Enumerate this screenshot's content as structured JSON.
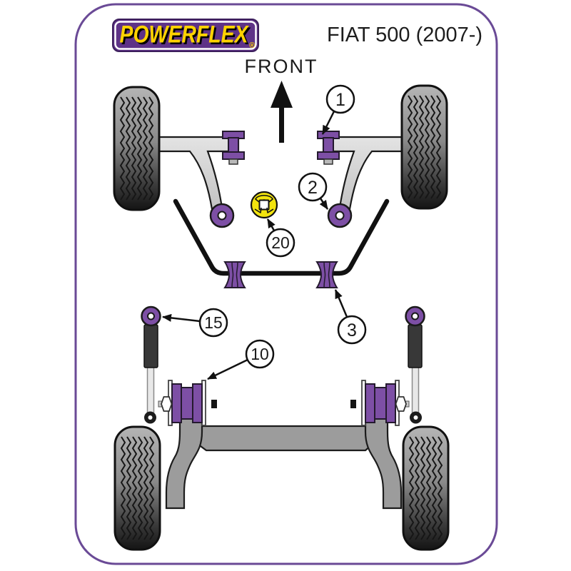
{
  "header": {
    "brand": "POWERFLEX",
    "registered": "®",
    "model": "FIAT 500 (2007-)"
  },
  "orientation": {
    "front_label": "FRONT"
  },
  "callouts": [
    {
      "number": "1"
    },
    {
      "number": "2"
    },
    {
      "number": "3"
    },
    {
      "number": "10"
    },
    {
      "number": "15"
    },
    {
      "number": "20"
    }
  ],
  "colors": {
    "border_purple": "#6a4a96",
    "bush_purple": "#7d4fa5",
    "logo_purple": "#5e3287",
    "logo_yellow": "#ffd200",
    "insert_yellow": "#f2e40e",
    "arm_gray": "#d6d6d6",
    "beam_gray": "#9c9c9c"
  }
}
